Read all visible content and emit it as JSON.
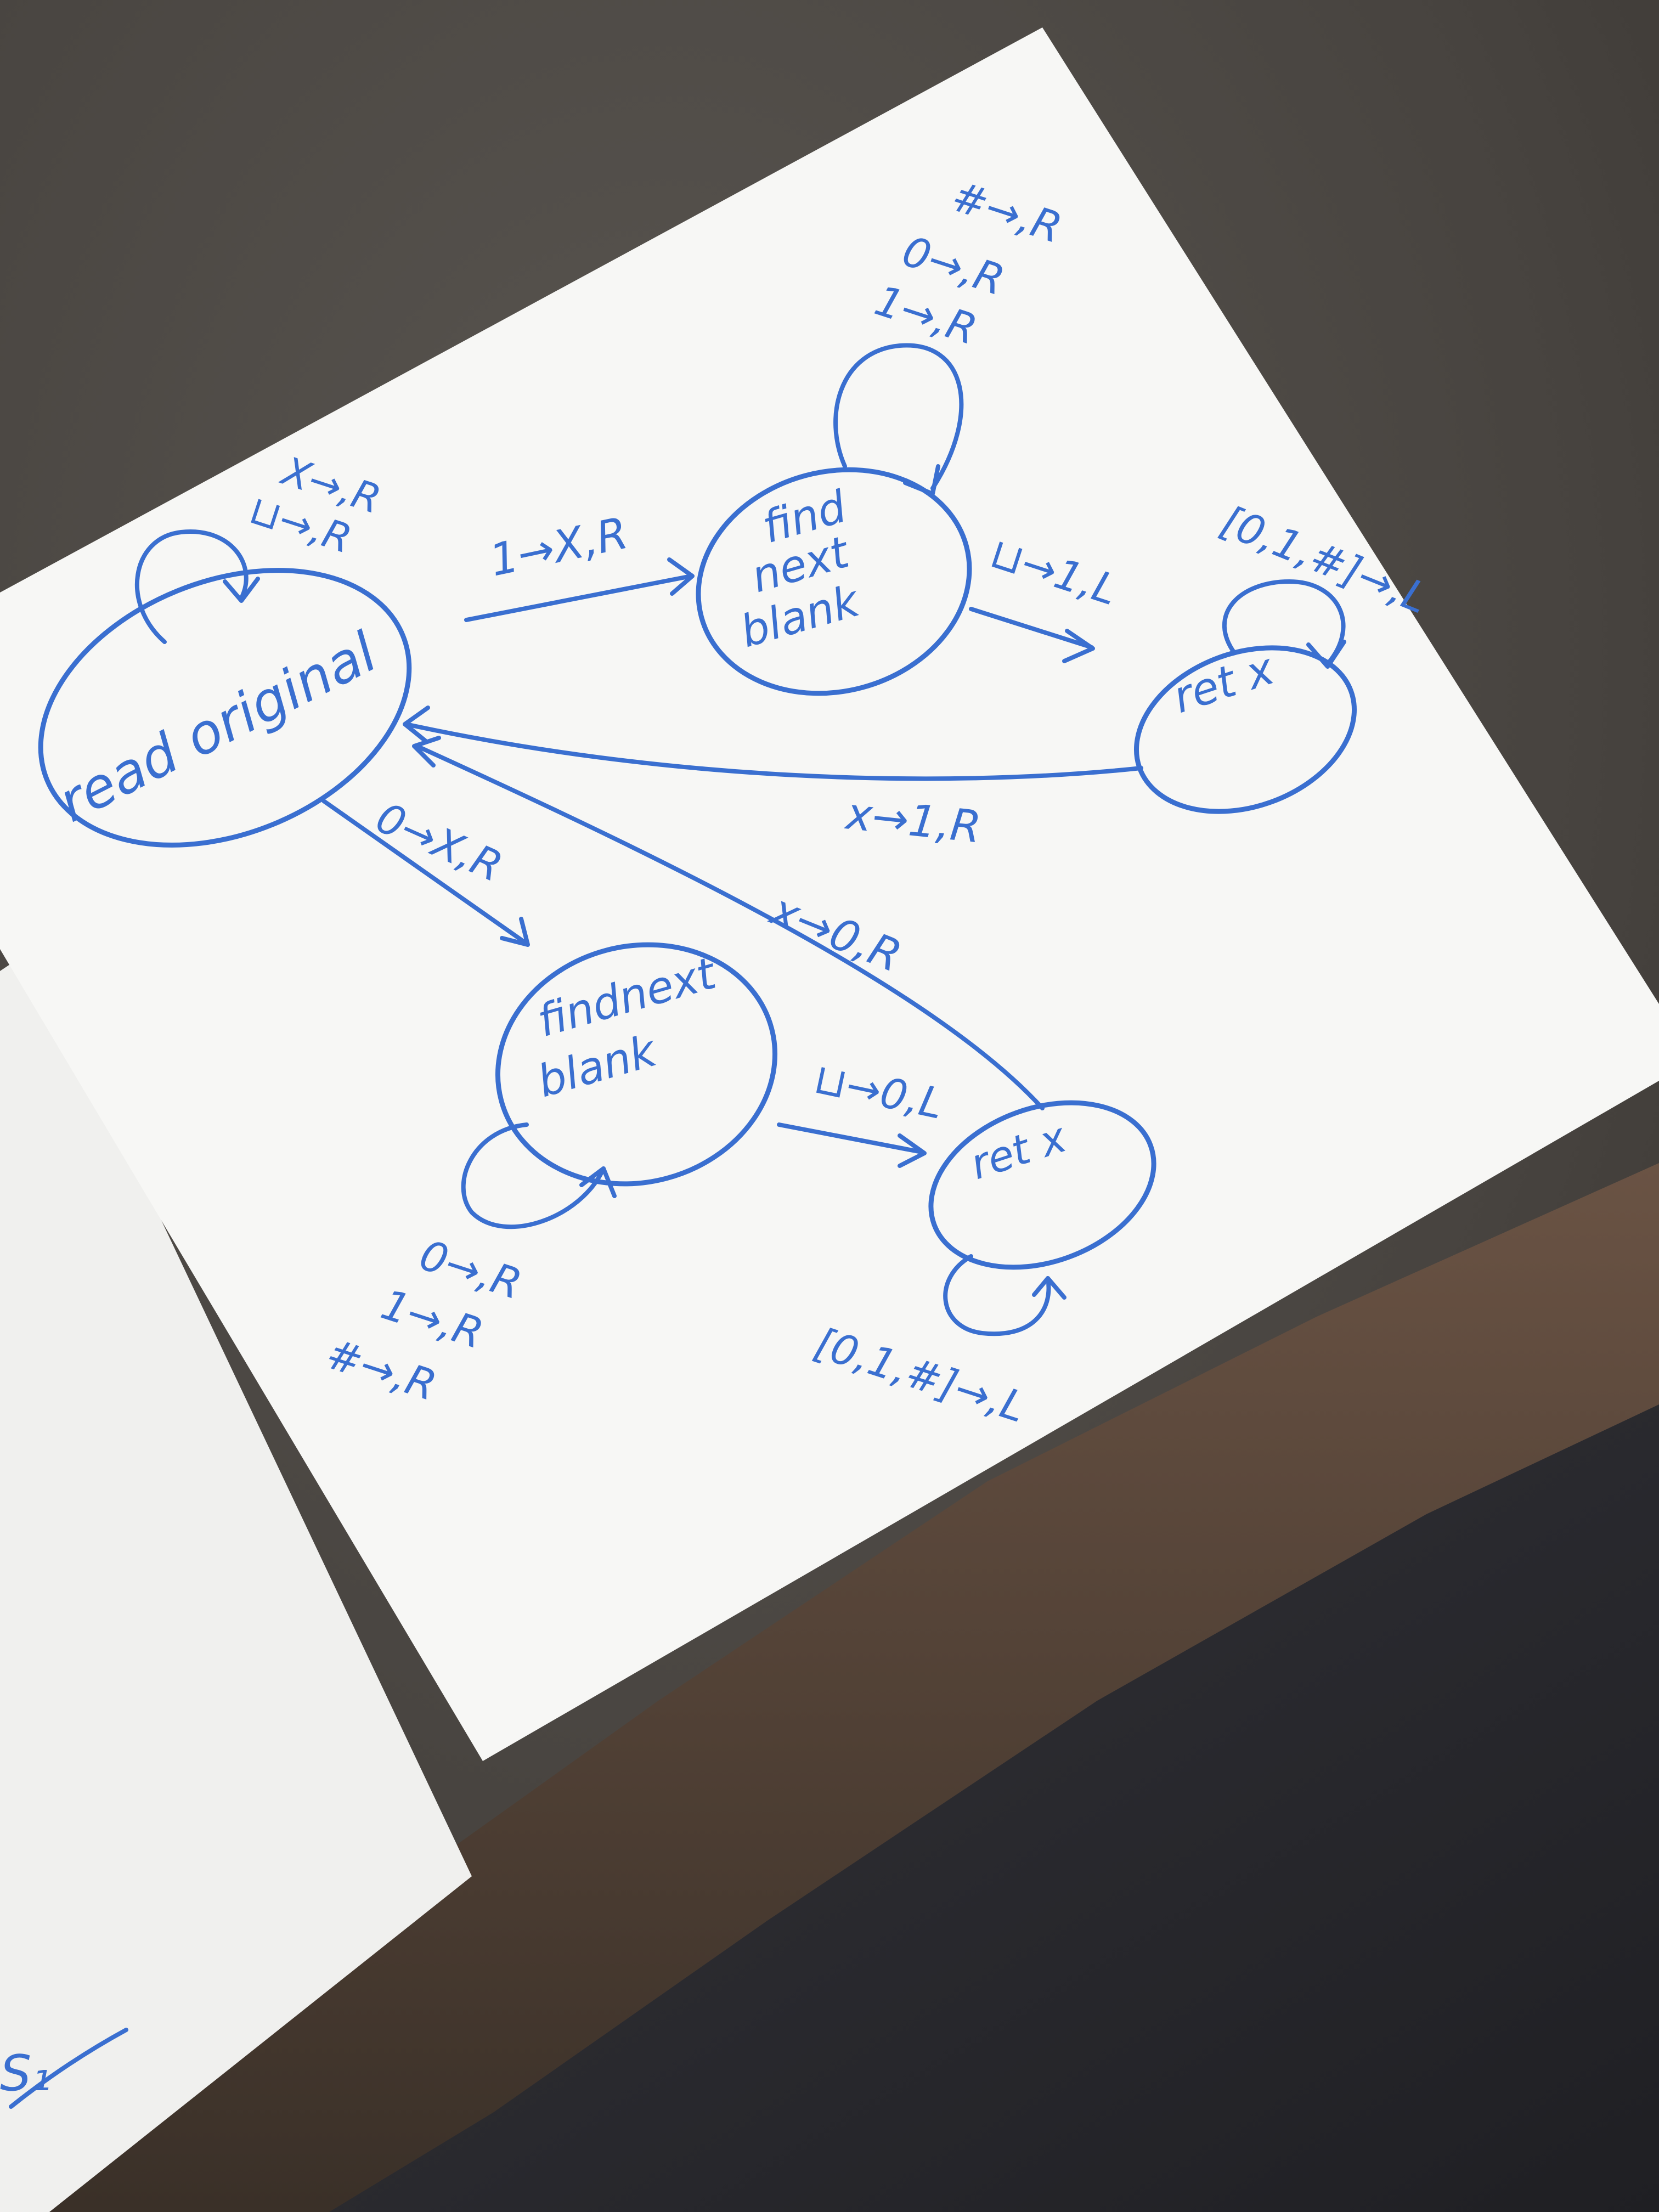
{
  "states": {
    "read_original": "read original",
    "find_next_blank_top_1": "find",
    "find_next_blank_top_2": "next",
    "find_next_blank_top_3": "blank",
    "ret_x_top": "ret x",
    "find_next_blank_bottom_1": "findnext",
    "find_next_blank_bottom_2": "blank",
    "ret_x_bottom": "ret x"
  },
  "transitions": {
    "read_self_1": "X→,R",
    "read_self_2": "⊔→,R",
    "read_to_find_top": "1→X,R",
    "find_top_self_1": "#→,R",
    "find_top_self_2": "0→,R",
    "find_top_self_3": "1→,R",
    "find_top_to_ret_top": "⊔→1,L",
    "ret_top_self": "[0,1,#]→,L",
    "ret_top_to_read": "x→1,R",
    "read_to_find_bottom": "0→X,R",
    "find_bottom_to_ret_bottom": "⊔→0,L",
    "find_bottom_self_1": "0→,R",
    "find_bottom_self_2": "1→,R",
    "find_bottom_self_3": "#→,R",
    "ret_bottom_self": "[0,1,#]→,L",
    "ret_bottom_to_read": "x→0,R"
  },
  "corner_note": "S₁",
  "colors": {
    "ink": "#3a6fd0",
    "paper": "#f7f7f5",
    "counter": "#4a4642",
    "floor": "#2a2a2d"
  }
}
